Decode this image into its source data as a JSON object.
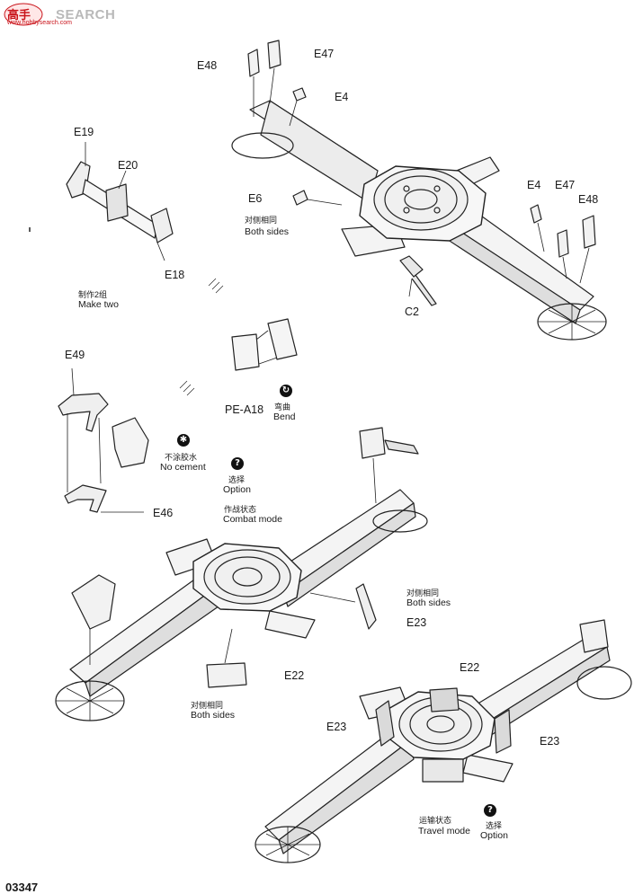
{
  "watermark": {
    "brand": "SEARCH",
    "cn": "高手",
    "url": "www.hobbysearch.com"
  },
  "page_number": "03347",
  "labels": {
    "e48_top": "E48",
    "e47_top": "E47",
    "e4_top": "E4",
    "e6": "E6",
    "both_sides_1_cn": "对侧相同",
    "both_sides_1_en": "Both sides",
    "e4_right": "E4",
    "e47_right": "E47",
    "e48_right": "E48",
    "c2": "C2",
    "e19": "E19",
    "e20": "E20",
    "e18": "E18",
    "make_two_cn": "制作2组",
    "make_two_en": "Make two",
    "pe_a18": "PE-A18",
    "bend_cn": "弯曲",
    "bend_en": "Bend",
    "e49": "E49",
    "no_cement_cn": "不涂胶水",
    "no_cement_en": "No cement",
    "e46": "E46",
    "option1_cn": "选择",
    "option1_en": "Option",
    "combat_cn": "作战状态",
    "combat_en": "Combat mode",
    "both_sides_2_cn": "对侧相同",
    "both_sides_2_en": "Both sides",
    "e23_a": "E23",
    "e22_a": "E22",
    "both_sides_3_cn": "对侧相同",
    "both_sides_3_en": "Both sides",
    "e22_b": "E22",
    "e23_b": "E23",
    "e23_c": "E23",
    "travel_cn": "运输状态",
    "travel_en": "Travel mode",
    "option2_cn": "选择",
    "option2_en": "Option"
  },
  "icons": {
    "option": "question-icon",
    "no_cement": "no-glue-icon",
    "bend": "bend-icon"
  }
}
